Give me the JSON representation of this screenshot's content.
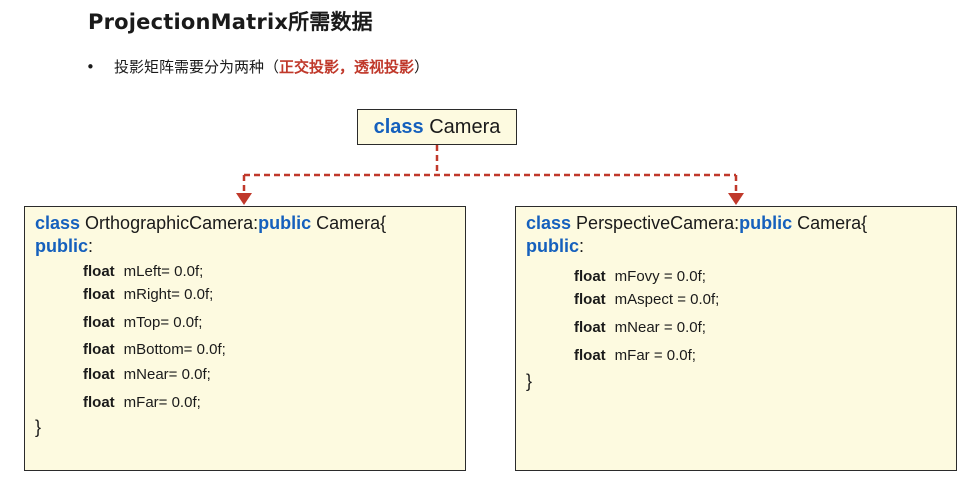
{
  "title": "ProjectionMatrix所需数据",
  "bullet": {
    "dot": "•",
    "text_before": "投影矩阵需要分为两种（",
    "highlight": "正交投影，透视投影",
    "text_after": "）"
  },
  "colors": {
    "keyword": "#1560bd",
    "arrow": "#c0392b",
    "box_fill": "#fdfae0",
    "highlight": "#c0392b"
  },
  "camera": {
    "keyword": "class",
    "name": " Camera"
  },
  "ortho": {
    "keyword_class": "class",
    "header_name": " OrthographicCamera:",
    "keyword_public": "public",
    "header_base": " Camera{",
    "access_keyword": "public",
    "access_colon": ":",
    "fields": [
      {
        "type": "float",
        "decl": "mLeft= 0.0f;"
      },
      {
        "type": "float",
        "decl": "mRight= 0.0f;"
      },
      {
        "type": "float",
        "decl": "mTop= 0.0f;"
      },
      {
        "type": "float",
        "decl": "mBottom= 0.0f;"
      },
      {
        "type": "float",
        "decl": "mNear= 0.0f;"
      },
      {
        "type": "float",
        "decl": "mFar= 0.0f;"
      }
    ],
    "closing": "}"
  },
  "persp": {
    "keyword_class": "class",
    "header_name": " PerspectiveCamera:",
    "keyword_public": "public",
    "header_base": " Camera{",
    "access_keyword": "public",
    "access_colon": ":",
    "fields": [
      {
        "type": "float",
        "decl": "mFovy = 0.0f;"
      },
      {
        "type": "float",
        "decl": "mAspect = 0.0f;"
      },
      {
        "type": "float",
        "decl": "mNear = 0.0f;"
      },
      {
        "type": "float",
        "decl": "mFar = 0.0f;"
      }
    ],
    "closing": "}"
  }
}
